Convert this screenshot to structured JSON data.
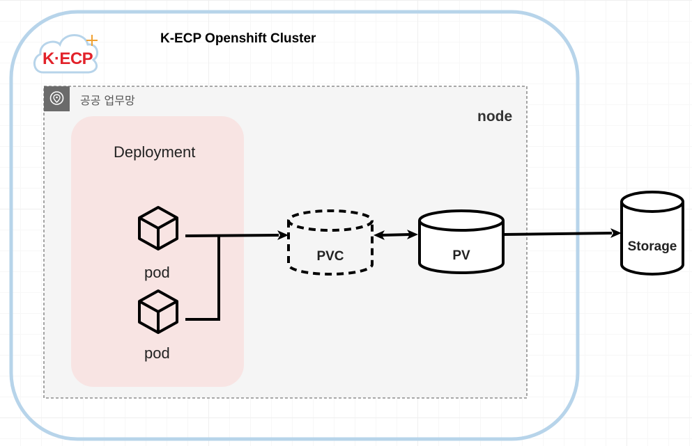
{
  "cluster": {
    "title": "K-ECP Openshift Cluster"
  },
  "logo": {
    "text": "K·ECP",
    "icon": "cloud-icon",
    "color": "#e2222a",
    "sparkle_color": "#f0a030"
  },
  "zone": {
    "label": "공공 업무망",
    "icon": "location-pin-icon"
  },
  "node": {
    "label": "node"
  },
  "deployment": {
    "label": "Deployment"
  },
  "pods": [
    {
      "label": "pod",
      "icon": "cube-icon"
    },
    {
      "label": "pod",
      "icon": "cube-icon"
    }
  ],
  "pvc": {
    "label": "PVC",
    "style": "dashed"
  },
  "pv": {
    "label": "PV"
  },
  "storage": {
    "label": "Storage"
  },
  "colors": {
    "cluster_border": "#b7d4ea",
    "node_fill": "#f5f5f5",
    "deployment_fill": "#f8e4e3",
    "stroke": "#000000"
  }
}
